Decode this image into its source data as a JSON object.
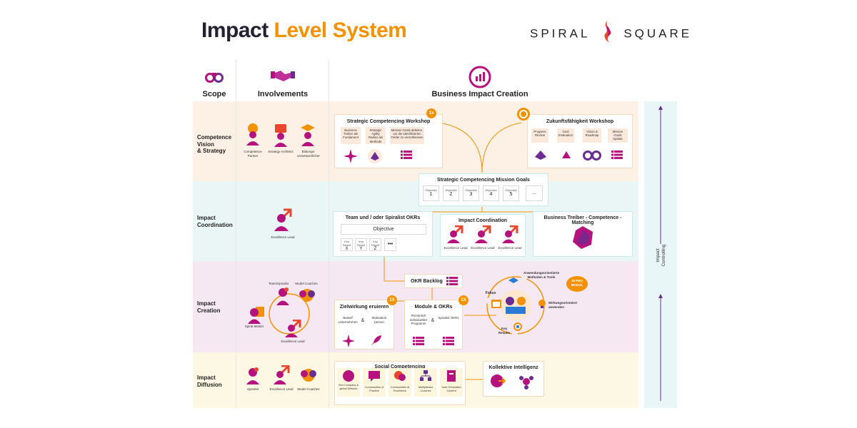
{
  "title": {
    "part1": "Impact",
    "part2": "Level System"
  },
  "logo": {
    "left": "SPIRAL",
    "right": "SQUARE"
  },
  "columns": {
    "scope": "Scope",
    "involvements": "Involvements",
    "business": "Business Impact Creation"
  },
  "rows": {
    "strategy": {
      "l1": "Competence",
      "l2": "Vision",
      "l3": "& Strategy"
    },
    "coordination": {
      "l1": "Impact",
      "l2": "Coordination"
    },
    "creation": {
      "l1": "Impact",
      "l2": "Creation"
    },
    "diffusion": {
      "l1": "Impact",
      "l2": "Diffusion"
    }
  },
  "involvements": {
    "strategy": [
      "Competence Partner",
      "Strategy Architect",
      "Bildungs-verantwortlicher"
    ],
    "coordination": "Excellence Lead",
    "creation": {
      "team": "Team/Spiralist",
      "coaches": "Model Coaches",
      "master": "Spiral Master",
      "lead": "Excellence Lead"
    },
    "diffusion": [
      "Spiralist",
      "Excellence Lead",
      "Model Coaches"
    ]
  },
  "workshop1": {
    "title": "Strategic Competencing Workshop",
    "badge": "1x",
    "items": [
      "Business Treiber als Fundament",
      "Strategic Agility Radius als Methode",
      "Mission Goals ableiten, um die identifizierten Felder zu verschliessen"
    ]
  },
  "workshop2": {
    "title": "Zukunftsfähigkeit Workshop",
    "items": [
      "Progress Review",
      "Goal Evaluation",
      "Vision & Roadmap",
      "Mission Goals Update"
    ]
  },
  "mission": {
    "title": "Strategic Competencing Mission Goals",
    "label": "Objective",
    "numbers": [
      "1",
      "2",
      "3",
      "4",
      "5"
    ],
    "more": "..."
  },
  "okrs": {
    "title": "Team und / oder Spiralist OKRs",
    "objective": "Objective",
    "kr_label": "Key Result",
    "kr": [
      "X",
      "Y",
      "Z"
    ],
    "more": "•••"
  },
  "coordination": {
    "title": "Impact Coordination",
    "roles": [
      "Excellence Lead",
      "Excellence Lead",
      "Excellence Lead"
    ]
  },
  "matching": {
    "title": "Business Treiber - Competence - Matching"
  },
  "backlog": {
    "title": "OKR Backlog"
  },
  "zielwirkung": {
    "title": "Zielwirkung eruieren",
    "badge": "1X",
    "a": "Bedarf Unternehmen",
    "amp": "&",
    "b": "Motivation person"
  },
  "module": {
    "title": "Module & OKRs",
    "badge": "1X",
    "a": "Persönlich individuelles Programm",
    "amp": "&",
    "b": "Spiralist OKRs"
  },
  "wheel": {
    "top": "Anwendungsorientierte Methoden & Tools",
    "left": "Fokus",
    "right": "Wirkungsorientiert anwenden",
    "bottom": "Key Results",
    "badge1": "16 PRO",
    "badge2": "MODUL"
  },
  "social": {
    "title": "Social Competencing",
    "items": [
      "Wor Company & global Network",
      "Communities of Practice",
      "Communities of Excellence",
      "Multiplikator Coaches",
      "User Generated Content"
    ]
  },
  "collective": {
    "title": "Kollektive Intelligenz"
  },
  "controlling": {
    "l1": "Impact",
    "l2": "Controlling"
  },
  "colors": {
    "accent": "#f39200",
    "magenta": "#b5127e",
    "purple": "#6b2c91",
    "teal": "#c8ecea"
  }
}
